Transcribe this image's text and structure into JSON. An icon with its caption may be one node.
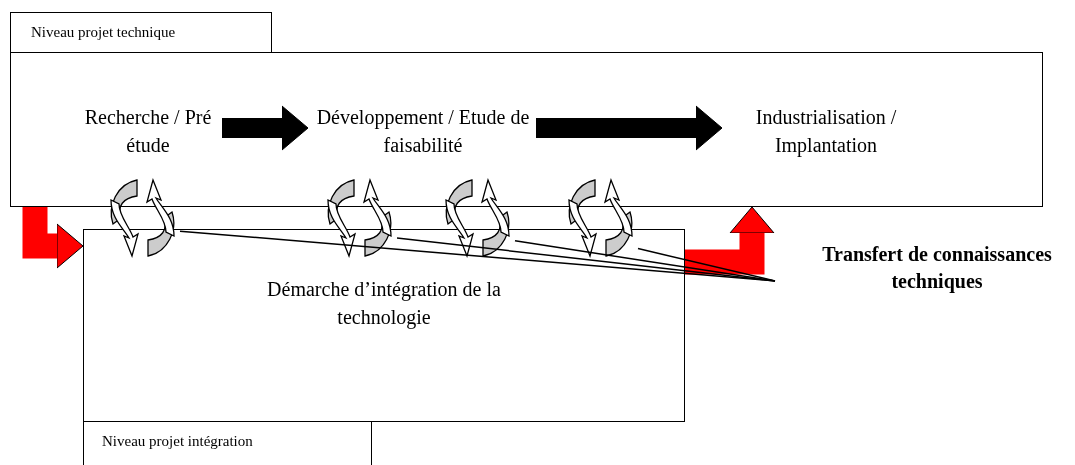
{
  "diagram": {
    "nodes": [
      {
        "text": [
          "Niveau projet technique"
        ]
      },
      {
        "text": [],
        "shape": "box"
      },
      {
        "text": [
          "Recherche / Pré étude"
        ],
        "in": 1
      },
      {
        "text": [
          "Développement / Etude de faisabilité"
        ],
        "in": 1
      },
      {
        "text": [
          "Industrialisation / Implantation"
        ],
        "in": 1
      },
      {
        "text": [
          "Démarche d’intégration de la technologie"
        ]
      },
      {
        "text": [
          "Niveau projet intégration"
        ]
      },
      {
        "text": [
          "Transfert de connaissances techniques"
        ]
      },
      {
        "text": [],
        "shape": "picture"
      },
      {
        "text": [],
        "shape": "picture"
      },
      {
        "text": [],
        "shape": "picture"
      },
      {
        "text": [],
        "shape": "picture"
      }
    ],
    "edges": [
      {
        "from": 2,
        "to": 3,
        "arrow": "to",
        "style": "thick"
      },
      {
        "from": 3,
        "to": 4,
        "arrow": "to",
        "style": "thick"
      },
      {
        "from": 1,
        "to": 5,
        "arrow": "to",
        "style": "thick",
        "color": "#ff0000"
      },
      {
        "from": 5,
        "to": 1,
        "arrow": "to",
        "style": "thick",
        "color": "#ff0000"
      },
      {
        "from": 7,
        "to": 8,
        "arrow": "none"
      },
      {
        "from": 7,
        "to": 9,
        "arrow": "none"
      },
      {
        "from": 7,
        "to": 10,
        "arrow": "none"
      },
      {
        "from": 7,
        "to": 11,
        "arrow": "none"
      }
    ]
  }
}
